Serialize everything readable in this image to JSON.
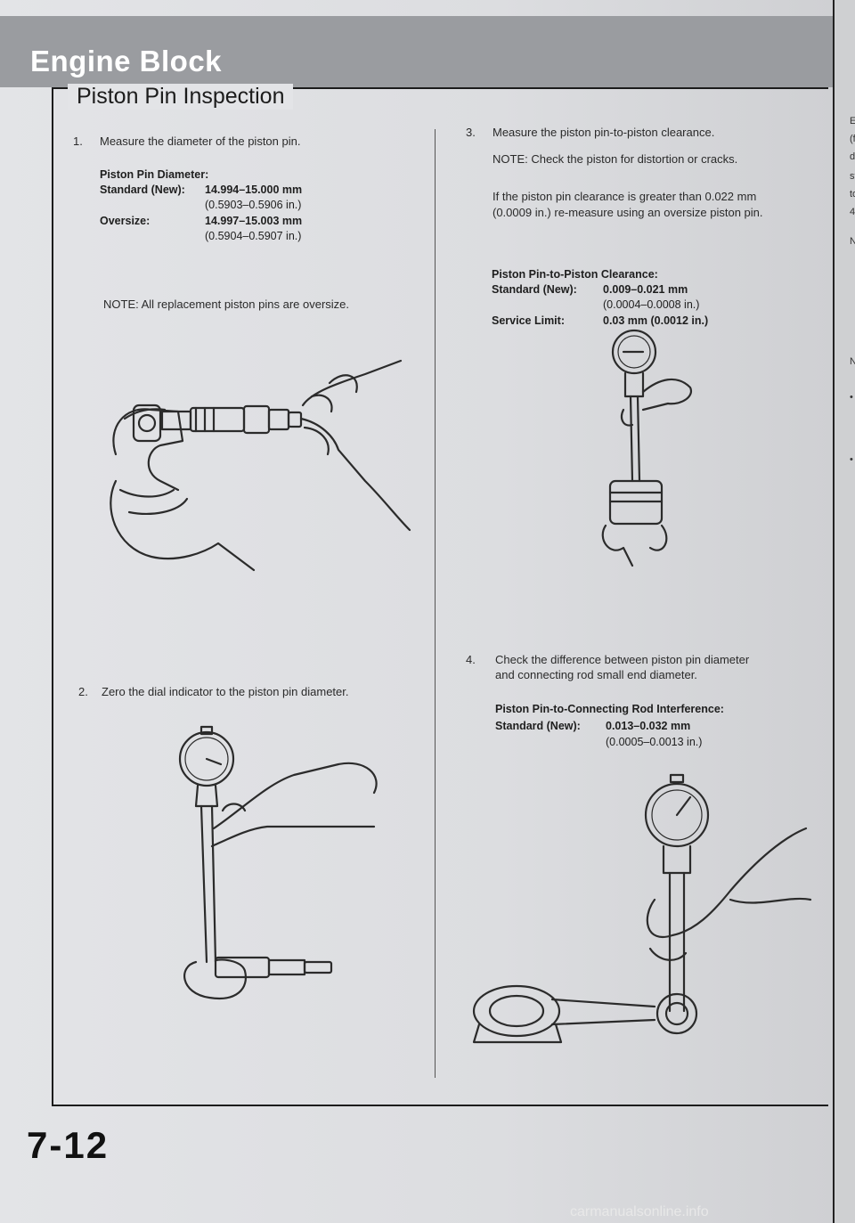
{
  "header": {
    "title": "Engine Block"
  },
  "section": {
    "title": "Piston Pin Inspection"
  },
  "steps": [
    {
      "num": "1.",
      "text": "Measure the diameter of the piston pin."
    },
    {
      "num": "2.",
      "text": "Zero the dial indicator to the piston pin diameter."
    },
    {
      "num": "3.",
      "text": "Measure the piston pin-to-piston clearance."
    },
    {
      "num": "4.",
      "lines": [
        "Check the difference between piston pin diameter",
        "and connecting rod small end diameter."
      ]
    }
  ],
  "spec1": {
    "heading": "Piston Pin Diameter:",
    "standard_label": "Standard (New):",
    "standard_mm": "14.994–15.000 mm",
    "standard_in": "(0.5903–0.5906 in.)",
    "oversize_label": "Oversize:",
    "oversize_mm": "14.997–15.003 mm",
    "oversize_in": "(0.5904–0.5907 in.)"
  },
  "note1": "NOTE: All replacement piston pins are oversize.",
  "note3": {
    "line1": "NOTE: Check the piston for distortion or cracks.",
    "line2": "If the piston pin clearance is greater than 0.022 mm",
    "line3": "(0.0009 in.) re-measure using an oversize piston pin."
  },
  "spec3": {
    "heading": "Piston Pin-to-Piston Clearance:",
    "standard_label": "Standard (New):",
    "standard_mm": "0.009–0.021 mm",
    "standard_in": "(0.0004–0.0008 in.)",
    "service_label": "Service Limit:",
    "service_value": "0.03 mm (0.0012 in.)"
  },
  "spec4": {
    "heading": "Piston Pin-to-Connecting Rod Interference:",
    "standard_label": "Standard (New):",
    "standard_mm": "0.013–0.032 mm",
    "standard_in": "(0.0005–0.0013 in.)"
  },
  "right_page_fragments": [
    "E",
    "(f",
    "d",
    "st",
    "to",
    "4",
    "N",
    "N",
    "•",
    "•"
  ],
  "footer": {
    "page_number": "7-12",
    "watermark": "carmanualsonline.info"
  }
}
